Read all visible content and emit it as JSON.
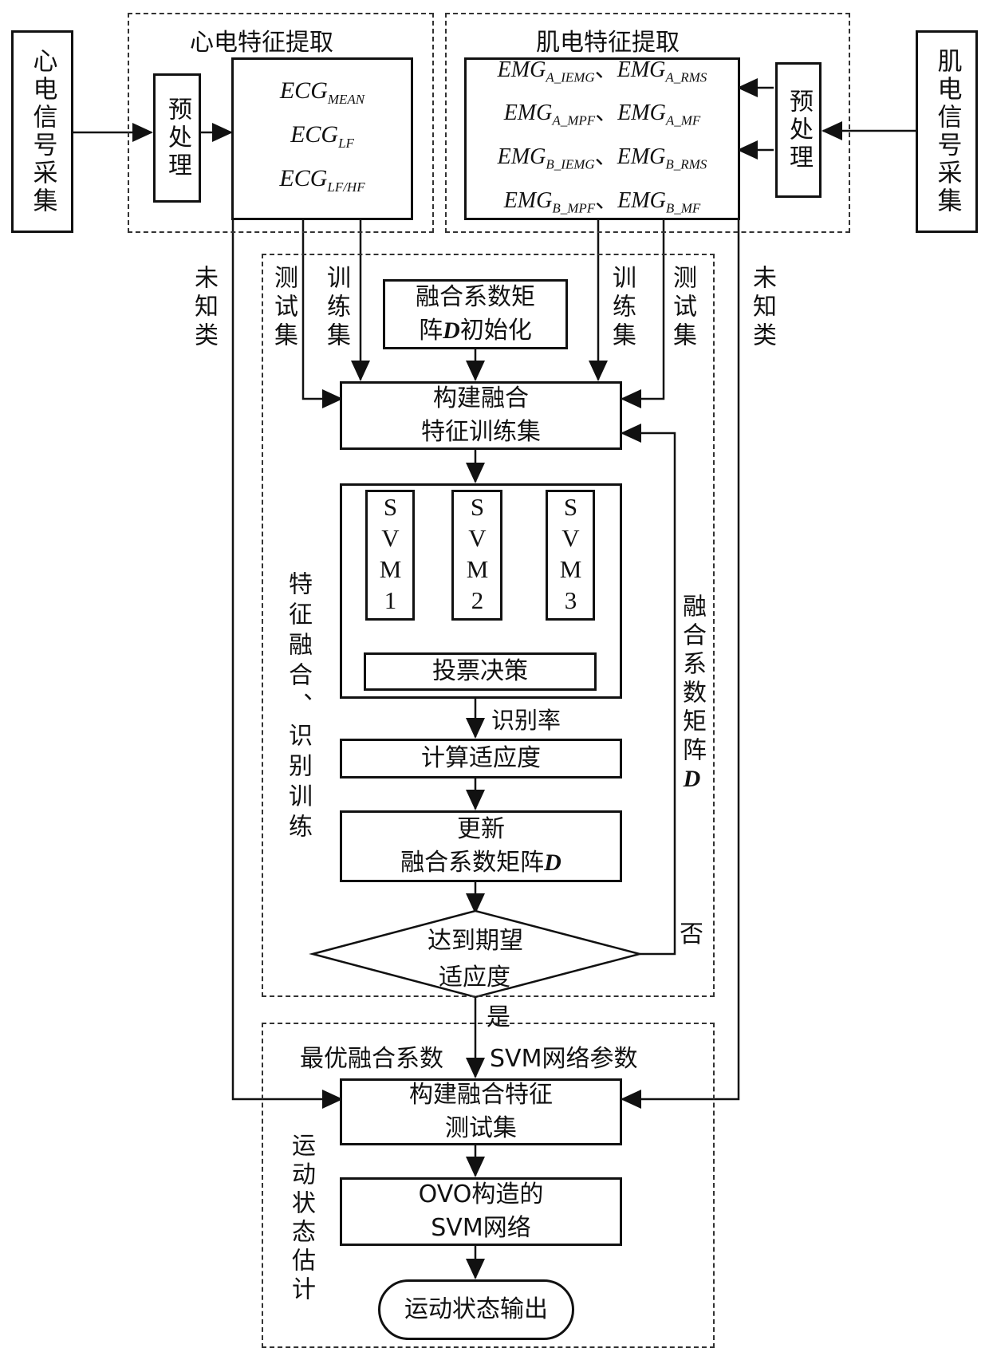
{
  "left_input": {
    "label": "心电信号采集"
  },
  "right_input": {
    "label": "肌电信号采集"
  },
  "ecg_group": {
    "title": "心电特征提取",
    "preprocess": "预处理",
    "features": [
      {
        "base": "ECG",
        "sub": "MEAN"
      },
      {
        "base": "ECG",
        "sub": "LF"
      },
      {
        "base": "ECG",
        "sub": "LF/HF"
      }
    ]
  },
  "emg_group": {
    "title": "肌电特征提取",
    "preprocess": "预处理",
    "features": [
      {
        "a": "EMG",
        "asub": "A_IEMG",
        "b": "EMG",
        "bsub": "A_RMS"
      },
      {
        "a": "EMG",
        "asub": "A_MPF",
        "b": "EMG",
        "bsub": "A_MF"
      },
      {
        "a": "EMG",
        "asub": "B_IEMG",
        "b": "EMG",
        "bsub": "B_RMS"
      },
      {
        "a": "EMG",
        "asub": "B_MPF",
        "b": "EMG",
        "bsub": "B_MF"
      }
    ],
    "sep": "、"
  },
  "side_labels": {
    "unknown": "未知类",
    "test_set": "测试集",
    "train_set": "训练集"
  },
  "training": {
    "section_label": "特征融合、识别训练",
    "init": {
      "line1": "融合系数矩",
      "line2a": "阵",
      "D": "D",
      "line2b": "初始化"
    },
    "build_train": {
      "line1": "构建融合",
      "line2": "特征训练集"
    },
    "svms": [
      "SVM1",
      "SVM2",
      "SVM3"
    ],
    "vote": "投票决策",
    "rate": "识别率",
    "fitness": "计算适应度",
    "update": {
      "line1": "更新",
      "line2": "融合系数矩阵",
      "D": "D"
    },
    "decision": {
      "line1": "达到期望",
      "line2": "适应度"
    },
    "no": "否",
    "yes": "是",
    "feedback": {
      "text": "融合系数矩阵",
      "D": "D"
    }
  },
  "estimation": {
    "section_label": "运动状态估计",
    "optimal": "最优融合系数",
    "svm_params": "SVM网络参数",
    "build_test": {
      "line1": "构建融合特征",
      "line2": "测试集"
    },
    "ovo": {
      "line1": "OVO构造的",
      "line2": "SVM网络"
    },
    "output": "运动状态输出"
  }
}
